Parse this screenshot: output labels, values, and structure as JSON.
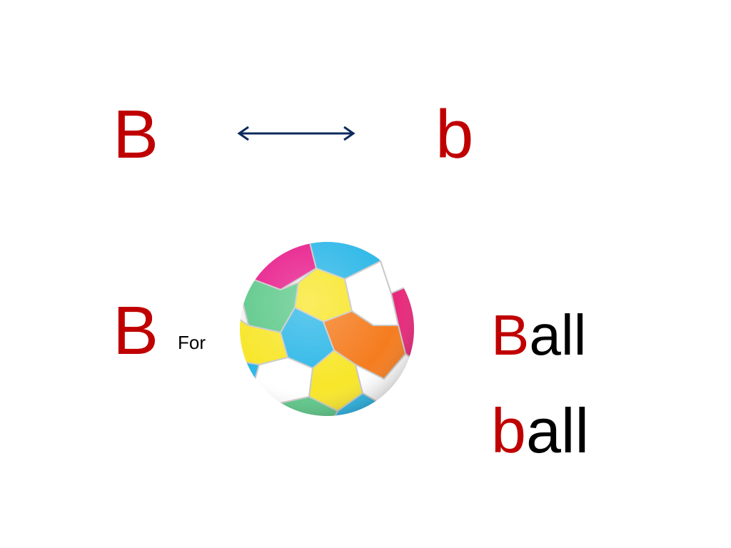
{
  "slide": {
    "upper_letter": "B",
    "lower_letter": "b",
    "for_letter": "B",
    "for_label": "For",
    "word_upper_initial": "B",
    "word_upper_rest": "all",
    "word_lower_initial": "b",
    "word_lower_rest": "all"
  },
  "colors": {
    "letter_red": "#c00000",
    "word_black": "#000000",
    "arrow_navy": "#0d2a5c"
  },
  "icons": {
    "arrow": "double-headed-arrow-icon",
    "ball": "soccer-ball-icon"
  }
}
